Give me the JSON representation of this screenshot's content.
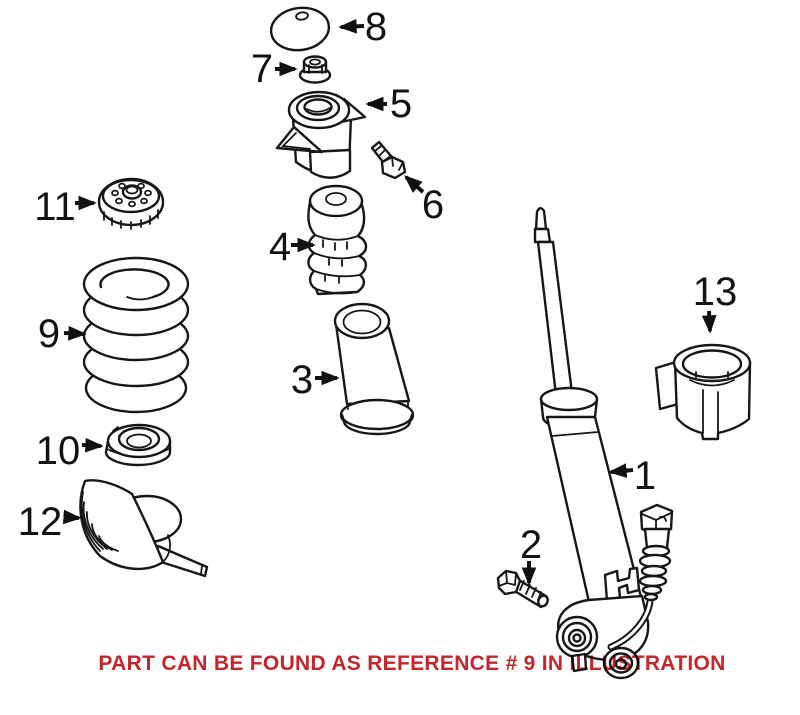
{
  "diagram": {
    "caption": "PART CAN BE FOUND AS REFERENCE # 9 IN ILLUSTRATION",
    "caption_color": "#C5262C",
    "line_color": "#171717",
    "background_color": "#FFFFFF",
    "highlighted_reference": "9",
    "parts": [
      {
        "number": "1",
        "name": "shock-absorber"
      },
      {
        "number": "2",
        "name": "lower-mount-bolt"
      },
      {
        "number": "3",
        "name": "dust-cover-tube"
      },
      {
        "number": "4",
        "name": "bump-stop"
      },
      {
        "number": "5",
        "name": "upper-strut-mount"
      },
      {
        "number": "6",
        "name": "mount-bolt"
      },
      {
        "number": "7",
        "name": "flange-nut"
      },
      {
        "number": "8",
        "name": "cover-cap"
      },
      {
        "number": "9",
        "name": "coil-spring"
      },
      {
        "number": "10",
        "name": "spring-seat"
      },
      {
        "number": "11",
        "name": "cap"
      },
      {
        "number": "12",
        "name": "spring-retainer"
      },
      {
        "number": "13",
        "name": "protective-cap"
      }
    ]
  }
}
